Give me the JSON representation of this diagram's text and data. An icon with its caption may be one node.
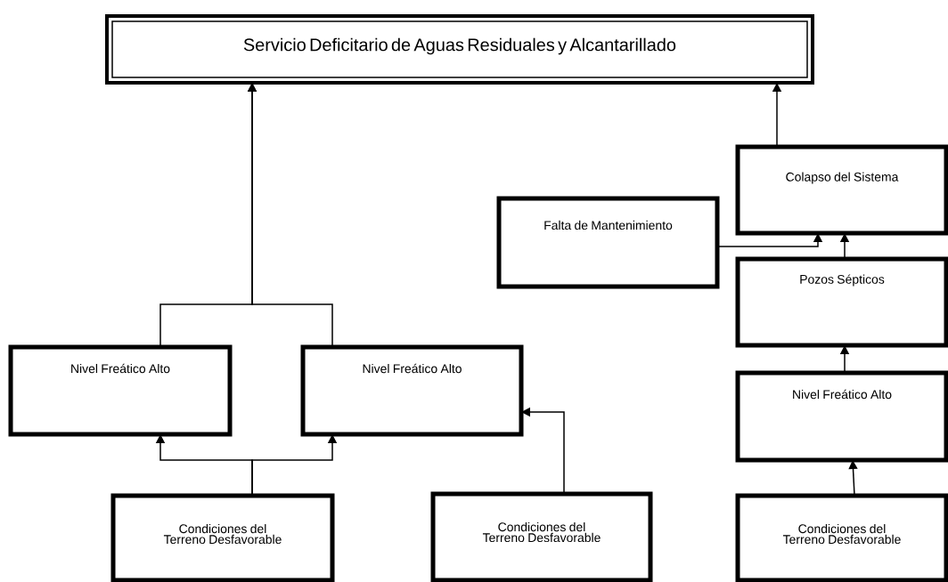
{
  "diagram": {
    "nodes": [
      {
        "text": [
          "Servicio Deficitario de Aguas Residuales y Alcantarillado"
        ]
      },
      {
        "text": [
          "Nivel Freático Alto"
        ]
      },
      {
        "text": [
          "Nivel Freático Alto"
        ]
      },
      {
        "text": [
          "Condiciones del Terreno Desfavorable"
        ]
      },
      {
        "text": [
          "Condiciones del Terreno Desfavorable"
        ]
      },
      {
        "text": [
          "Falta de Mantenimiento"
        ]
      },
      {
        "text": [
          "Colapso del Sistema"
        ]
      },
      {
        "text": [
          "Pozos Sépticos"
        ]
      },
      {
        "text": [
          "Nivel Freático Alto"
        ]
      },
      {
        "text": [
          "Condiciones del Terreno Desfavorable"
        ]
      }
    ],
    "edges": [
      {
        "from": 1,
        "to": 0,
        "arrow": "to"
      },
      {
        "from": 2,
        "to": 0,
        "arrow": "to"
      },
      {
        "from": 3,
        "to": 1,
        "arrow": "to"
      },
      {
        "from": 3,
        "to": 2,
        "arrow": "to"
      },
      {
        "from": 4,
        "to": 2,
        "arrow": "to"
      },
      {
        "from": 5,
        "to": 6,
        "arrow": "to"
      },
      {
        "from": 6,
        "to": 0,
        "arrow": "to"
      },
      {
        "from": 7,
        "to": 6,
        "arrow": "to"
      },
      {
        "from": 8,
        "to": 7,
        "arrow": "to"
      },
      {
        "from": 9,
        "to": 8,
        "arrow": "to"
      }
    ]
  }
}
